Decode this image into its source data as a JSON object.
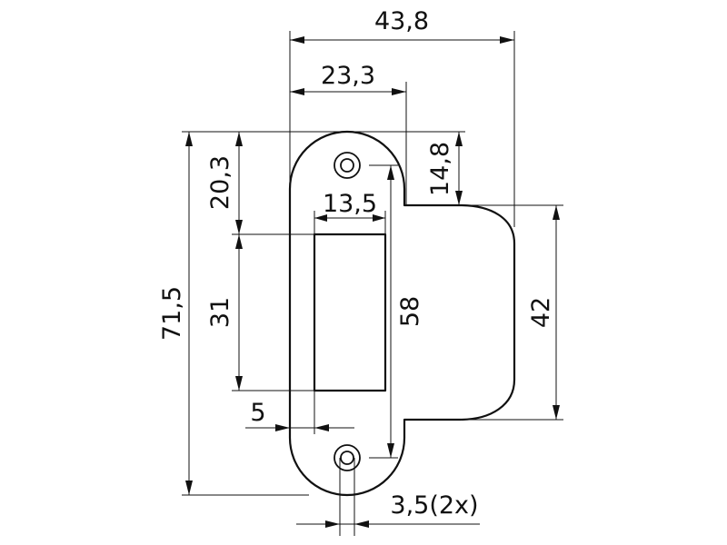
{
  "dimensions": {
    "total_width": "43,8",
    "plate_width": "23,3",
    "tab_offset": "14,8",
    "top_to_cutout": "20,3",
    "cutout_width": "13,5",
    "total_height": "71,5",
    "cutout_height": "31",
    "hole_spacing": "58",
    "tab_height": "42",
    "edge_to_cutout": "5",
    "hole_diameter": "3,5(2x)"
  }
}
